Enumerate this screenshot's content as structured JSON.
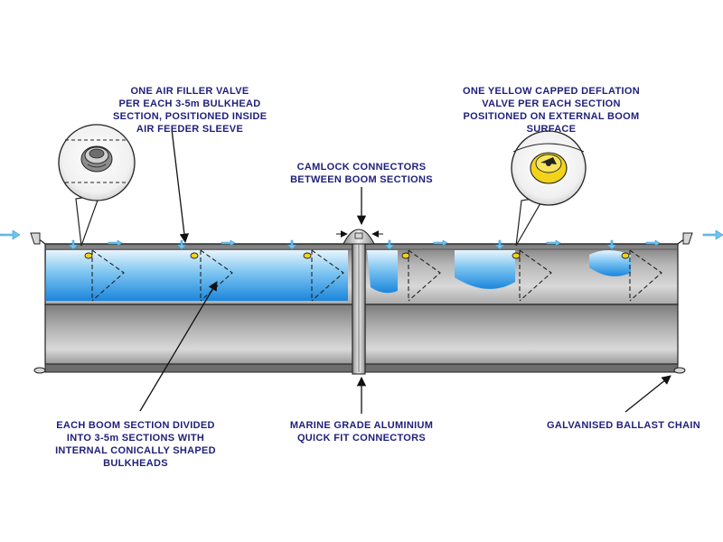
{
  "labels": {
    "air_filler_valve": [
      "ONE AIR FILLER VALVE",
      "PER EACH 3-5m BULKHEAD",
      "SECTION, POSITIONED INSIDE",
      "AIR FEEDER SLEEVE"
    ],
    "deflation_valve": [
      "ONE YELLOW CAPPED DEFLATION",
      "VALVE PER EACH SECTION",
      "POSITIONED ON EXTERNAL BOOM",
      "SURFACE"
    ],
    "camlock": [
      "CAMLOCK CONNECTORS",
      "BETWEEN BOOM SECTIONS"
    ],
    "boom_section": [
      "EACH BOOM SECTION DIVIDED",
      "INTO 3-5m SECTIONS WITH",
      "INTERNAL CONICALLY SHAPED",
      "BULKHEADS"
    ],
    "aluminium_connectors": [
      "MARINE GRADE ALUMINIUM",
      "QUICK FIT CONNECTORS"
    ],
    "ballast_chain": [
      "GALVANISED BALLAST CHAIN"
    ]
  },
  "colors": {
    "label_text": "#1f1f7a",
    "water_blue": "#1e8fe0",
    "boom_grey": "#9a9a9a",
    "outline": "#222222",
    "valve_yellow": "#f3d21a",
    "arrow_blue": "#6fc3ef"
  }
}
